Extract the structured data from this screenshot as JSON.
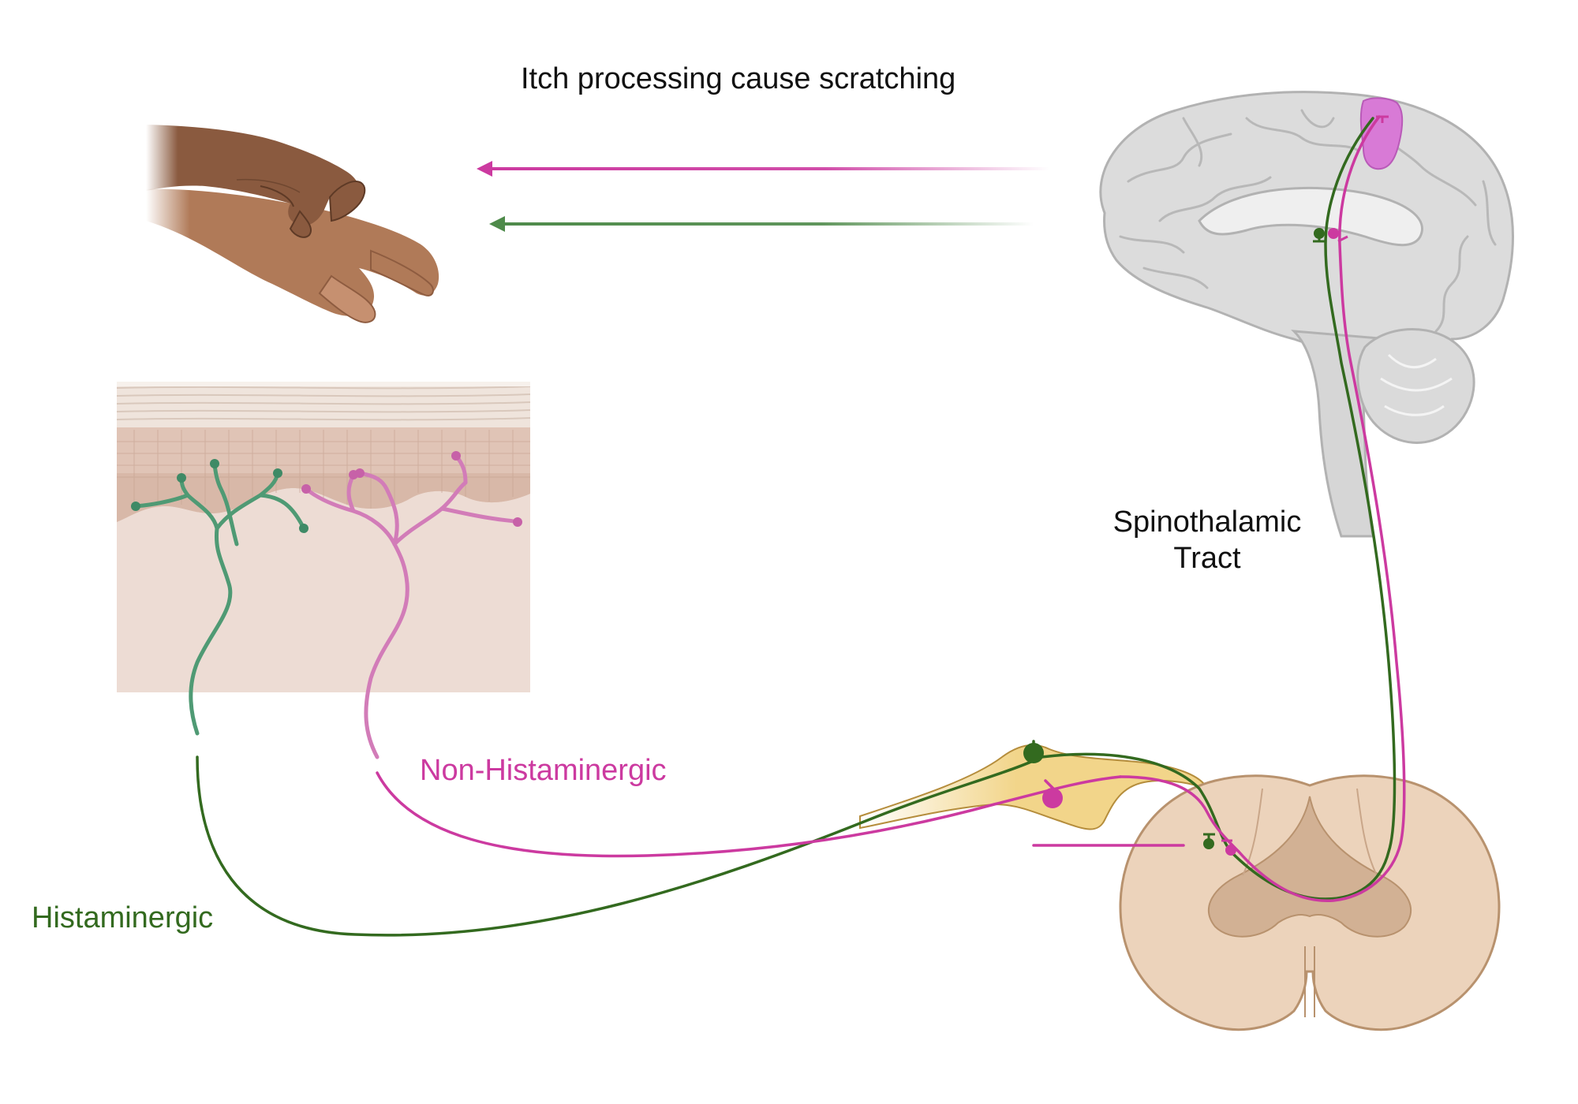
{
  "title": "Itch processing cause scratching",
  "labels": {
    "spinothalamic": "Spinothalamic Tract",
    "non_histaminergic": "Non-Histaminergic",
    "histaminergic": "Histaminergic"
  },
  "colors": {
    "histaminergic": "#336a1f",
    "non_histaminergic": "#cc3aa0",
    "histaminergic_skin_nerve": "#4f9a74",
    "non_histaminergic_skin_nerve": "#d27cb8",
    "ganglion": "#f2d58a",
    "spinal_cord": "#ecd3bb",
    "brain": "#dcdcdc",
    "cortex_region": "#d87ad6",
    "skin_dermis": "#eddcd4"
  },
  "icons": [
    "scratching-hand-icon",
    "skin-cross-section-icon",
    "brain-sagittal-icon",
    "dorsal-root-ganglion-icon",
    "spinal-cord-cross-section-icon"
  ]
}
